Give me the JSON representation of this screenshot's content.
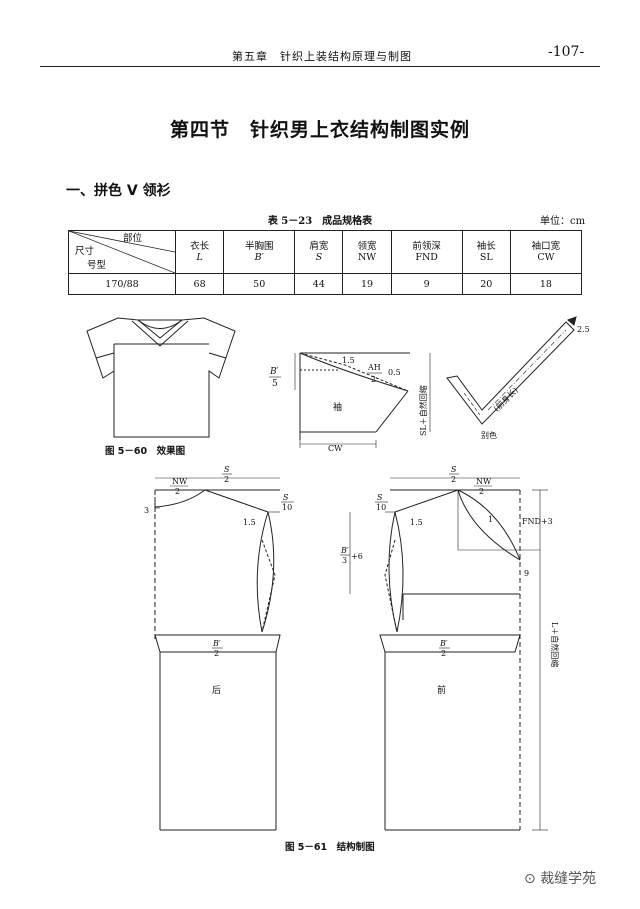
{
  "header": {
    "chapter": "第五章　针织上装结构原理与制图",
    "page": "-107-"
  },
  "section_title": "第四节　针织男上衣结构制图实例",
  "subsection_title": "一、拼色 V 领衫",
  "table": {
    "caption": "表 5－23　成品规格表",
    "unit": "单位：cm",
    "corner_labels": {
      "part": "部位",
      "size": "尺寸",
      "grade": "号型"
    },
    "columns": [
      {
        "name": "衣长",
        "code": "L"
      },
      {
        "name": "半胸围",
        "code": "B′"
      },
      {
        "name": "肩宽",
        "code": "S"
      },
      {
        "name": "领宽",
        "code": "NW"
      },
      {
        "name": "前领深",
        "code": "FND"
      },
      {
        "name": "袖长",
        "code": "SL"
      },
      {
        "name": "袖口宽",
        "code": "CW"
      }
    ],
    "row": {
      "size": "170/88",
      "values": [
        "68",
        "50",
        "44",
        "19",
        "9",
        "20",
        "18"
      ]
    }
  },
  "fig60": {
    "caption": "图 5－60　效果图"
  },
  "sleeve": {
    "label": "袖",
    "b5_num": "B′",
    "b5_den": "5",
    "ah_num": "AH",
    "ah_den": "2",
    "v15": "1.5",
    "v05": "0.5",
    "cw": "CW",
    "sl_label": "SL＋自然回缩"
  },
  "trim": {
    "label": "别色",
    "v25": "2.5",
    "band": "(前身长)"
  },
  "back": {
    "label": "后",
    "s2_num": "S",
    "s2_den": "2",
    "nw2_num": "NW",
    "nw2_den": "2",
    "s10_num": "S",
    "s10_den": "10",
    "v3": "3",
    "v15": "1.5",
    "b2_num": "B′",
    "b2_den": "2"
  },
  "front": {
    "label": "前",
    "s2_num": "S",
    "s2_den": "2",
    "nw2_num": "NW",
    "nw2_den": "2",
    "s10_num": "S",
    "s10_den": "10",
    "v15": "1.5",
    "v1": "1",
    "fnd": "FND+3",
    "v9": "9",
    "b36_num": "B′",
    "b36_den": "3",
    "b36_add": "+6",
    "b2_num": "B′",
    "b2_den": "2",
    "length_label": "L＋自然回缩"
  },
  "fig61": {
    "caption": "图 5－61　结构制图"
  },
  "watermark": "裁缝学苑"
}
